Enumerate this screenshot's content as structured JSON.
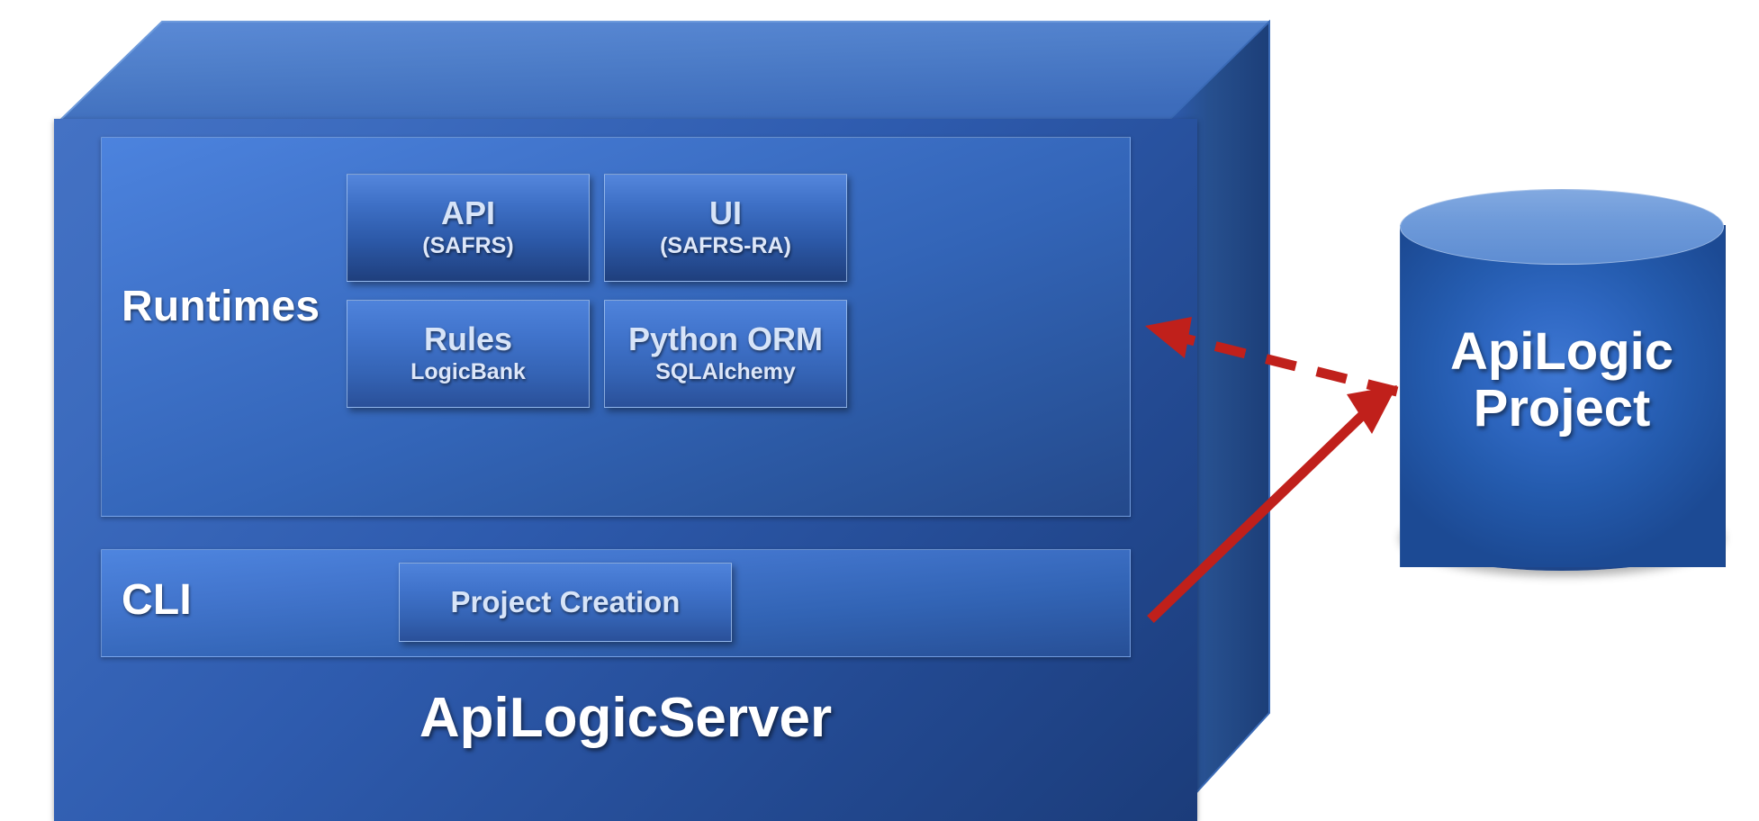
{
  "diagram": {
    "title": "ApiLogicServer",
    "server_label": "ApiLogicServer",
    "accent_red": "#C0201B",
    "box_blue": "#2E5BAE",
    "panel_blue": "#3365B8"
  },
  "runtimes": {
    "title": "Runtimes",
    "components": [
      {
        "name": "API",
        "detail": "(SAFRS)"
      },
      {
        "name": "UI",
        "detail": "(SAFRS-RA)"
      },
      {
        "name": "Rules",
        "detail": "LogicBank"
      },
      {
        "name": "Python ORM",
        "detail": "SQLAlchemy"
      }
    ]
  },
  "cli": {
    "title": "CLI",
    "components": [
      {
        "name": "Project Creation",
        "detail": ""
      }
    ]
  },
  "project": {
    "line1": "ApiLogic",
    "line2": "Project"
  },
  "arrows": [
    {
      "name": "dashed-arrow-to-server",
      "style": "dashed",
      "direction": "left",
      "color": "#C0201B"
    },
    {
      "name": "solid-arrow-to-project",
      "style": "solid",
      "direction": "right",
      "color": "#C0201B"
    }
  ]
}
